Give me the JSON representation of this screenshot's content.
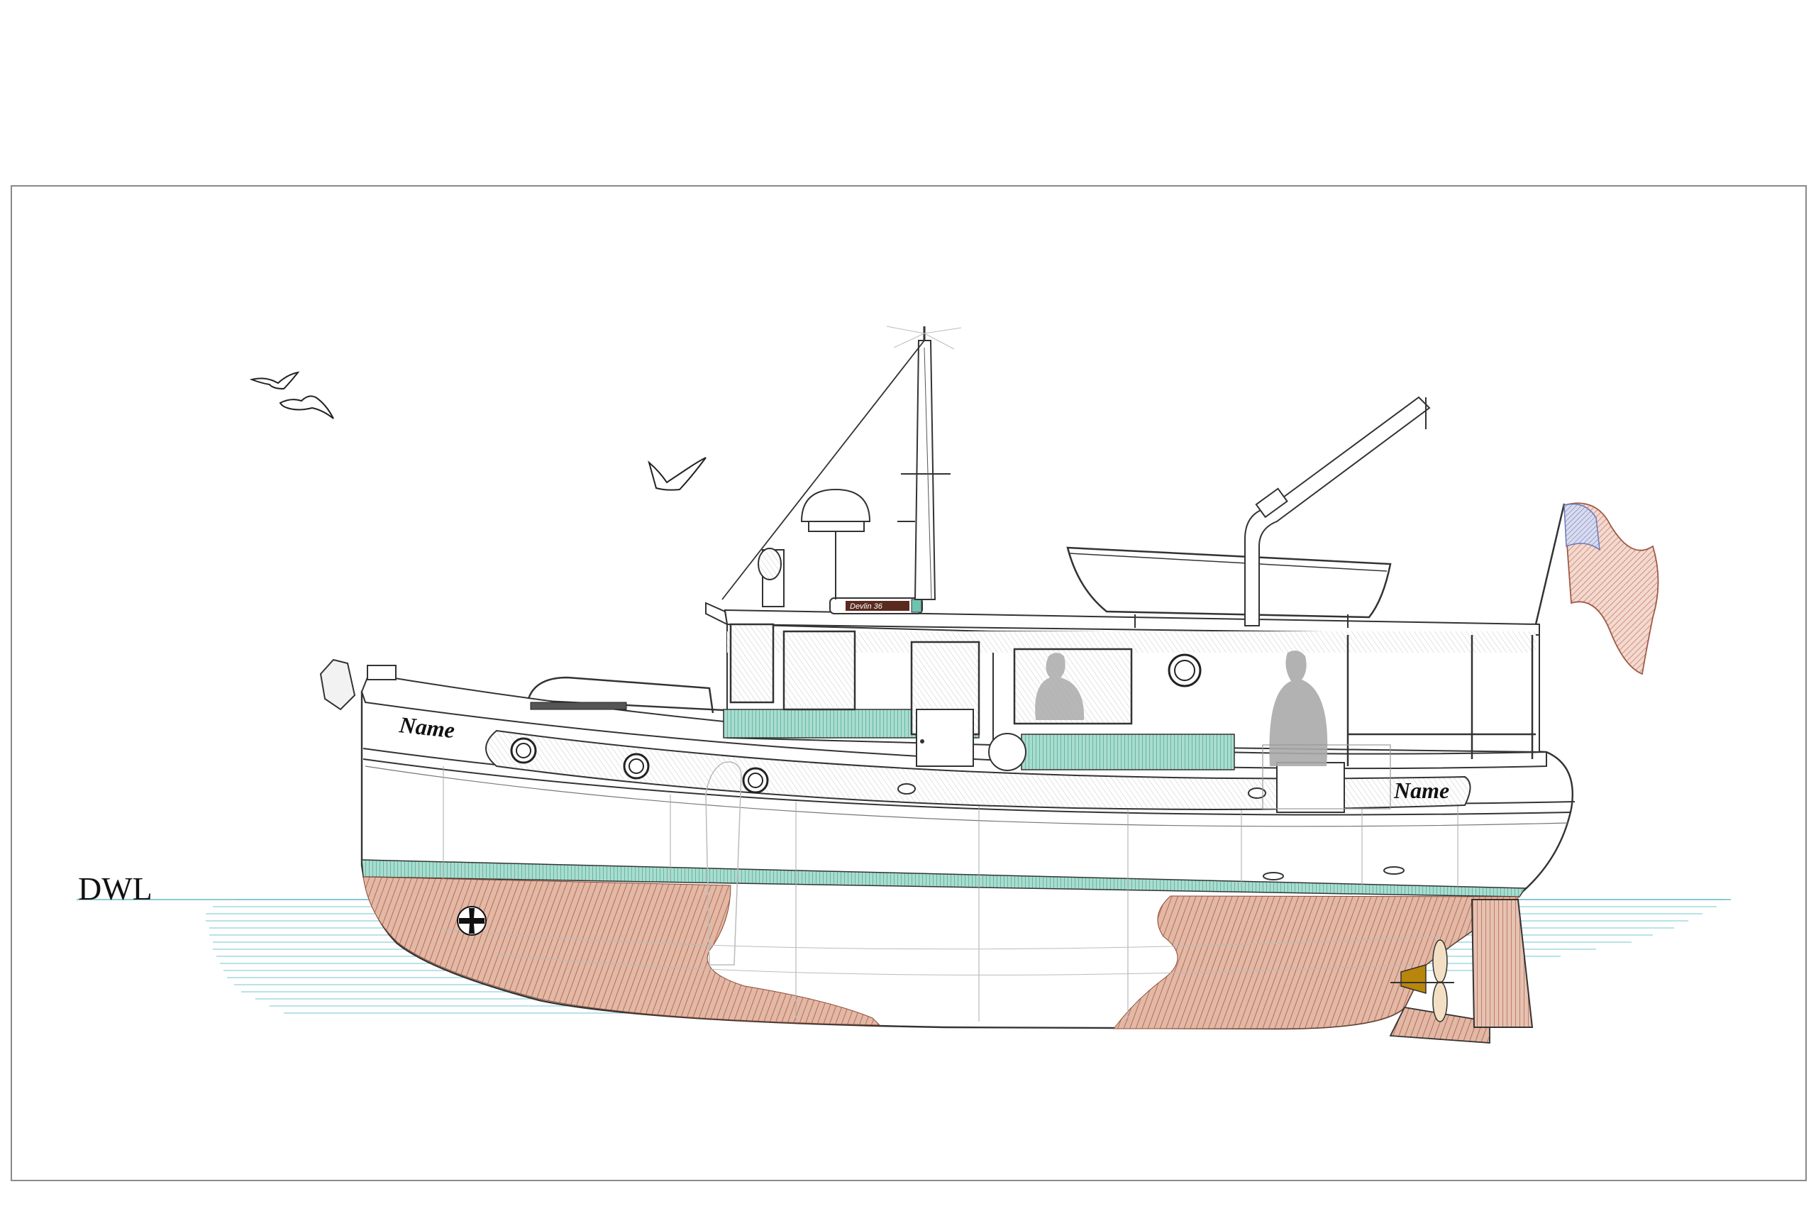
{
  "drawing": {
    "waterline_label": "DWL",
    "bow_name": "Name",
    "stern_name": "Name",
    "nameboard_text": "Devlin 36"
  },
  "colors": {
    "bottom_paint": "#c98f78",
    "boot_stripe": "#6fc3b0",
    "water": "#8fd0dc",
    "line": "#333333",
    "prop_bronze": "#b8860b"
  },
  "icons": [
    "seagull-icon",
    "american-flag-icon",
    "prop-icon",
    "porthole-icon",
    "crosshair-mark-icon"
  ]
}
